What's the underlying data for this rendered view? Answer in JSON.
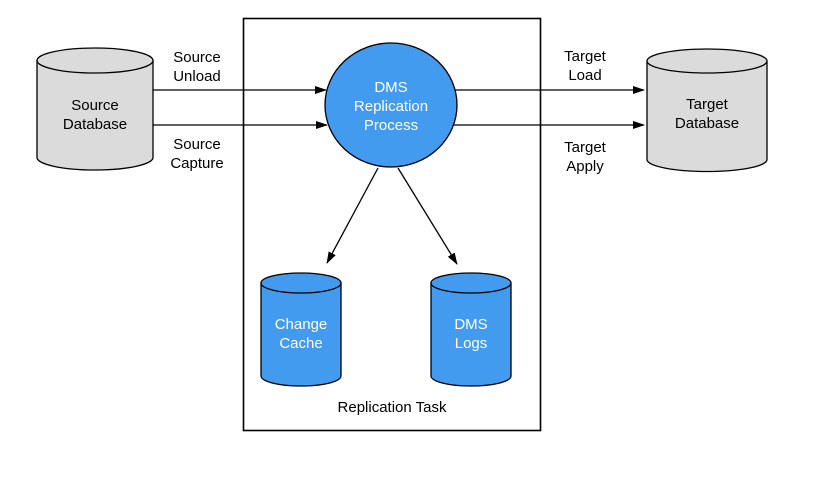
{
  "colors": {
    "node_blue": "#439BF0",
    "node_gray": "#DBDBDB",
    "stroke": "#000000",
    "background": "#FFFFFF",
    "label_dark": "#000000",
    "label_light": "#FFFFFF"
  },
  "nodes": {
    "source_db": {
      "label": "Source\nDatabase",
      "shape": "cylinder"
    },
    "target_db": {
      "label": "Target\nDatabase",
      "shape": "cylinder"
    },
    "process": {
      "label": "DMS\nReplication\nProcess",
      "shape": "circle"
    },
    "change_cache": {
      "label": "Change\nCache",
      "shape": "cylinder"
    },
    "dms_logs": {
      "label": "DMS\nLogs",
      "shape": "cylinder"
    }
  },
  "edges": {
    "source_unload": {
      "label": "Source\nUnload",
      "from": "source_db",
      "to": "process"
    },
    "source_capture": {
      "label": "Source\nCapture",
      "from": "source_db",
      "to": "process"
    },
    "target_load": {
      "label": "Target\nLoad",
      "from": "process",
      "to": "target_db"
    },
    "target_apply": {
      "label": "Target\nApply",
      "from": "process",
      "to": "target_db"
    },
    "process_to_change_cache": {
      "label": "",
      "from": "process",
      "to": "change_cache"
    },
    "process_to_dms_logs": {
      "label": "",
      "from": "process",
      "to": "dms_logs"
    }
  },
  "container": {
    "label": "Replication Task"
  }
}
